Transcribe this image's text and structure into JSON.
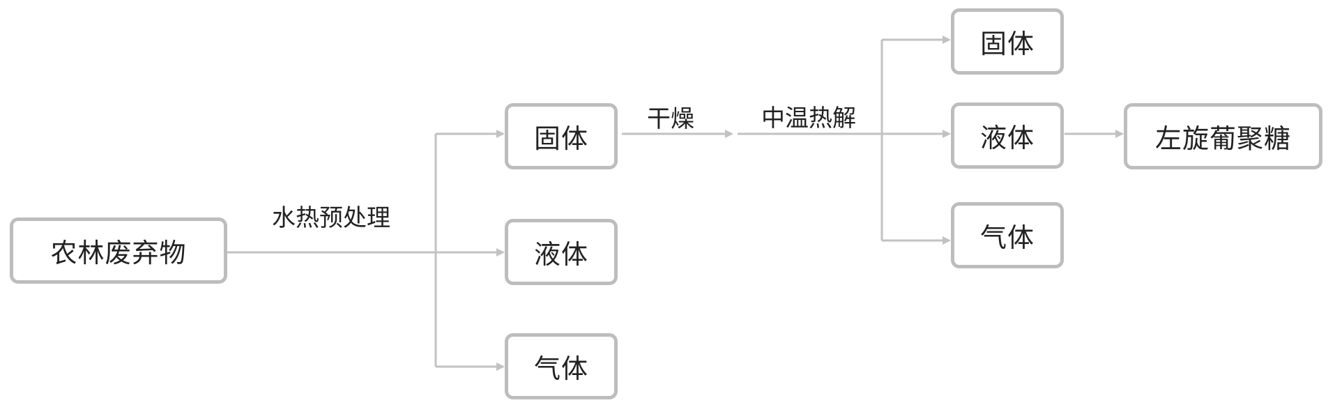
{
  "nodes": {
    "source": "农林废弃物",
    "stage1_solid": "固体",
    "stage1_liquid": "液体",
    "stage1_gas": "气体",
    "stage2_solid": "固体",
    "stage2_liquid": "液体",
    "stage2_gas": "气体",
    "product": "左旋葡聚糖"
  },
  "edges": {
    "hydrothermal": "水热预处理",
    "drying": "干燥",
    "pyrolysis": "中温热解"
  },
  "colors": {
    "line": "#c2c2c2",
    "box_border": "#bdbdbd",
    "text": "#222222"
  }
}
